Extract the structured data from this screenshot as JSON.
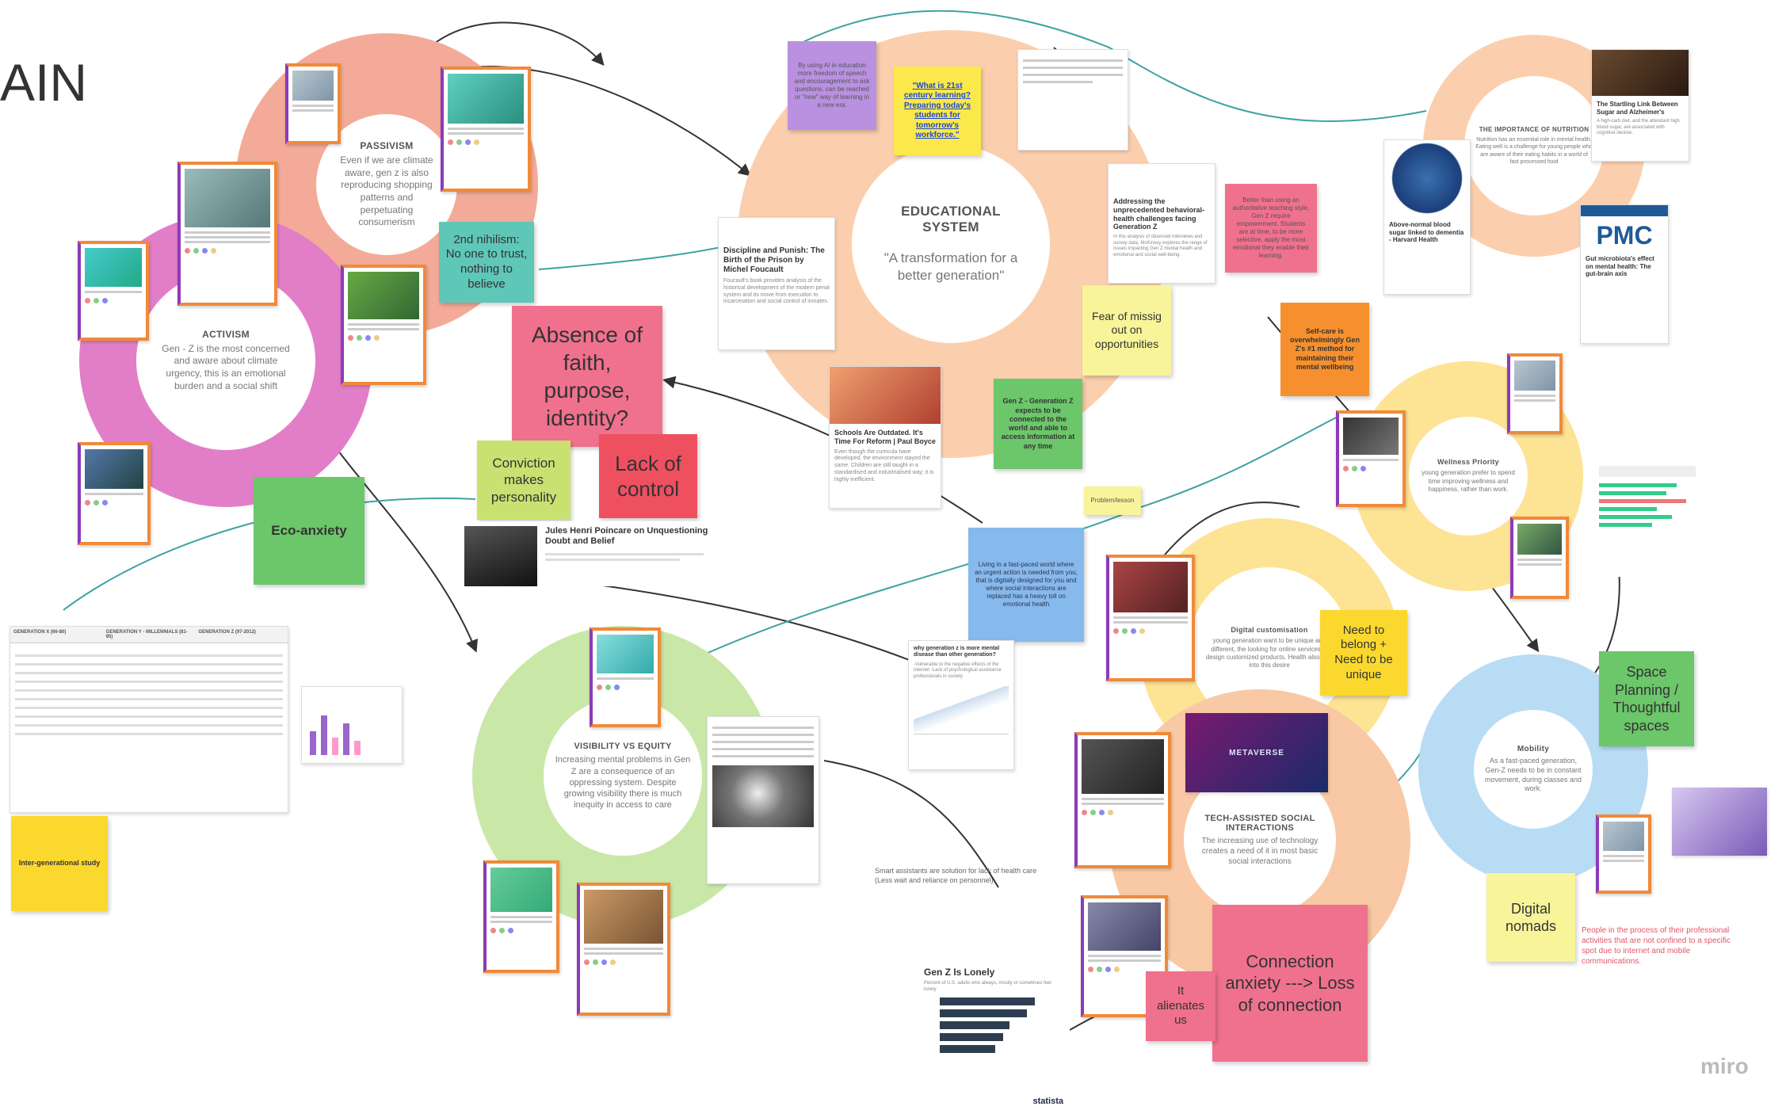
{
  "header": {
    "title": "AIN"
  },
  "clusters": {
    "activism": {
      "title": "ACTIVISM",
      "body": "Gen - Z is the most concerned and aware about climate urgency, this is an emotional burden and a social shift"
    },
    "passivism": {
      "title": "PASSIVISM",
      "body": "Even if we are climate aware, gen z is also reproducing shopping patterns and perpetuating consumerism"
    },
    "educational": {
      "title": "EDUCATIONAL SYSTEM",
      "body": "\"A transformation for a better generation\""
    },
    "nutrition": {
      "title": "THE IMPORTANCE OF NUTRITION",
      "body": "Nutrition has an essential role in mental health. Eating well is a challenge for young people who are aware of their eating habits in a world of fast processed food"
    },
    "wellness": {
      "title": "Wellness Priority",
      "body": "young generation prefer to spend time improving wellness and happiness, rather than work."
    },
    "digital": {
      "title": "Digital customisation",
      "body": "young generation want to be unique and different, the looking for online services to design customized products. Health also falls into this desire"
    },
    "visibility": {
      "title": "VISIBILITY VS EQUITY",
      "body": "Increasing mental problems in Gen Z are a consequence of an oppressing system. Despite growing visibility there is much inequity in access to care"
    },
    "tech": {
      "title": "TECH-ASSISTED SOCIAL INTERACTIONS",
      "body": "The increasing use of technology creates a need of it in most basic social interactions"
    },
    "mobility": {
      "title": "Mobility",
      "body": "As a fast-paced generation, Gen-Z needs to be in constant movement, during classes and work."
    }
  },
  "stickies": {
    "eco_anxiety": "Eco-anxiety",
    "nihilism": "2nd nihilism: No one to trust, nothing to believe",
    "absence": "Absence of faith, purpose, identity?",
    "lack": "Lack of control",
    "conviction": "Conviction makes personality",
    "what21": "\"What is 21st century learning? Preparing today's students for tomorrow's workforce.\"",
    "purple_note": "By using AI in education more freedom of speech and encouragement to ask questions, can be reached or \"new\" way of learning in a new era.",
    "fomo": "Fear of missig out on opportunities",
    "genz_connected": "Gen Z - Generation Z expects to be connected to the world and able to access information at any time",
    "red_note": "Better than using an authoritative teaching style, Gen Z require empowerment. Students are at time, to be more selective, apply the most emotional they enable their learning.",
    "selfcare": "Self-care is overwhelmingly Gen Z's #1 method for maintaining their mental wellbeing",
    "problem": "Problem/lesson",
    "fast_paced": "Living in a fast-paced world where an urgent action is needed from you, that is digitally designed for you and where social interactions are replaced has a heavy toll on emotional health",
    "need_belong": "Need to belong + Need to be unique",
    "space": "Space Planning / Thoughtful spaces",
    "nomads": "Digital nomads",
    "connection": "Connection anxiety ---> Loss of connection",
    "alienates": "It alienates us",
    "intergen": "Inter-generational study"
  },
  "cards": {
    "discipline": {
      "title": "Discipline and Punish: The Birth of the Prison by Michel Foucault",
      "body": "Foucault's book provides analysis of the historical development of the modern penal system and its move from execution to incarceration and social control of inmates."
    },
    "schools": {
      "title": "Schools Are Outdated. It's Time For Reform | Paul Boyce",
      "body": "Even though the curricula have developed, the environment stayed the same. Children are still taught in a standardised and industrialised way; it is highly inefficient."
    },
    "addressing": {
      "title": "Addressing the unprecedented behavioral-health challenges facing Generation Z",
      "body": "In this analysis of observed interviews and survey data, McKinsey explores the range of issues impacting Gen Z mental health and emotional and social well-being."
    },
    "poincare": {
      "title": "Jules Henri Poincare on Unquestioning Doubt and Belief"
    },
    "startling": {
      "title": "The Startling Link Between Sugar and Alzheimer's",
      "body": "A high-carb diet, and the attendant high blood sugar, are associated with cognitive decline."
    },
    "sugar": {
      "title": "Above-normal blood sugar linked to dementia - Harvard Health"
    },
    "pmc_logo": "PMC",
    "gut": {
      "title": "Gut microbiota's effect on mental health: The gut-brain axis"
    },
    "why_gen": {
      "title": "why generation z is more mental disease than other generation?",
      "body": "-Vulnerable to the negative effects of the internet -Lack of psychological assistance professionals in society"
    },
    "genz_lonely": {
      "title": "Gen Z Is Lonely",
      "body": "Percent of U.S. adults who always, mostly or sometimes feel lonely"
    },
    "statista": "statista"
  },
  "notes": {
    "smart_assist": "Smart assistants are solution for lack of health care (Less wait and reliance on personnel)",
    "nomads_note": "People in the process of their professional activities that are not confined to a specific spot due to internet and mobile communications.",
    "miro": "miro",
    "metaverse": "METAVERSE"
  },
  "table": {
    "headers": [
      "GENERATION X (66-80)",
      "GENERATION Y - MILLENNIALS (81-95)",
      "GENERATION Z (97-2012)"
    ]
  },
  "colors": {
    "salmon": "#f4aa98",
    "pink": "#e27ec8",
    "peach": "#fbcfad",
    "orange": "#f8c9a4",
    "yellow": "#fde394",
    "green": "#c9e8a8",
    "blue": "#b9dcf5",
    "teal": "#3ea2a2"
  }
}
